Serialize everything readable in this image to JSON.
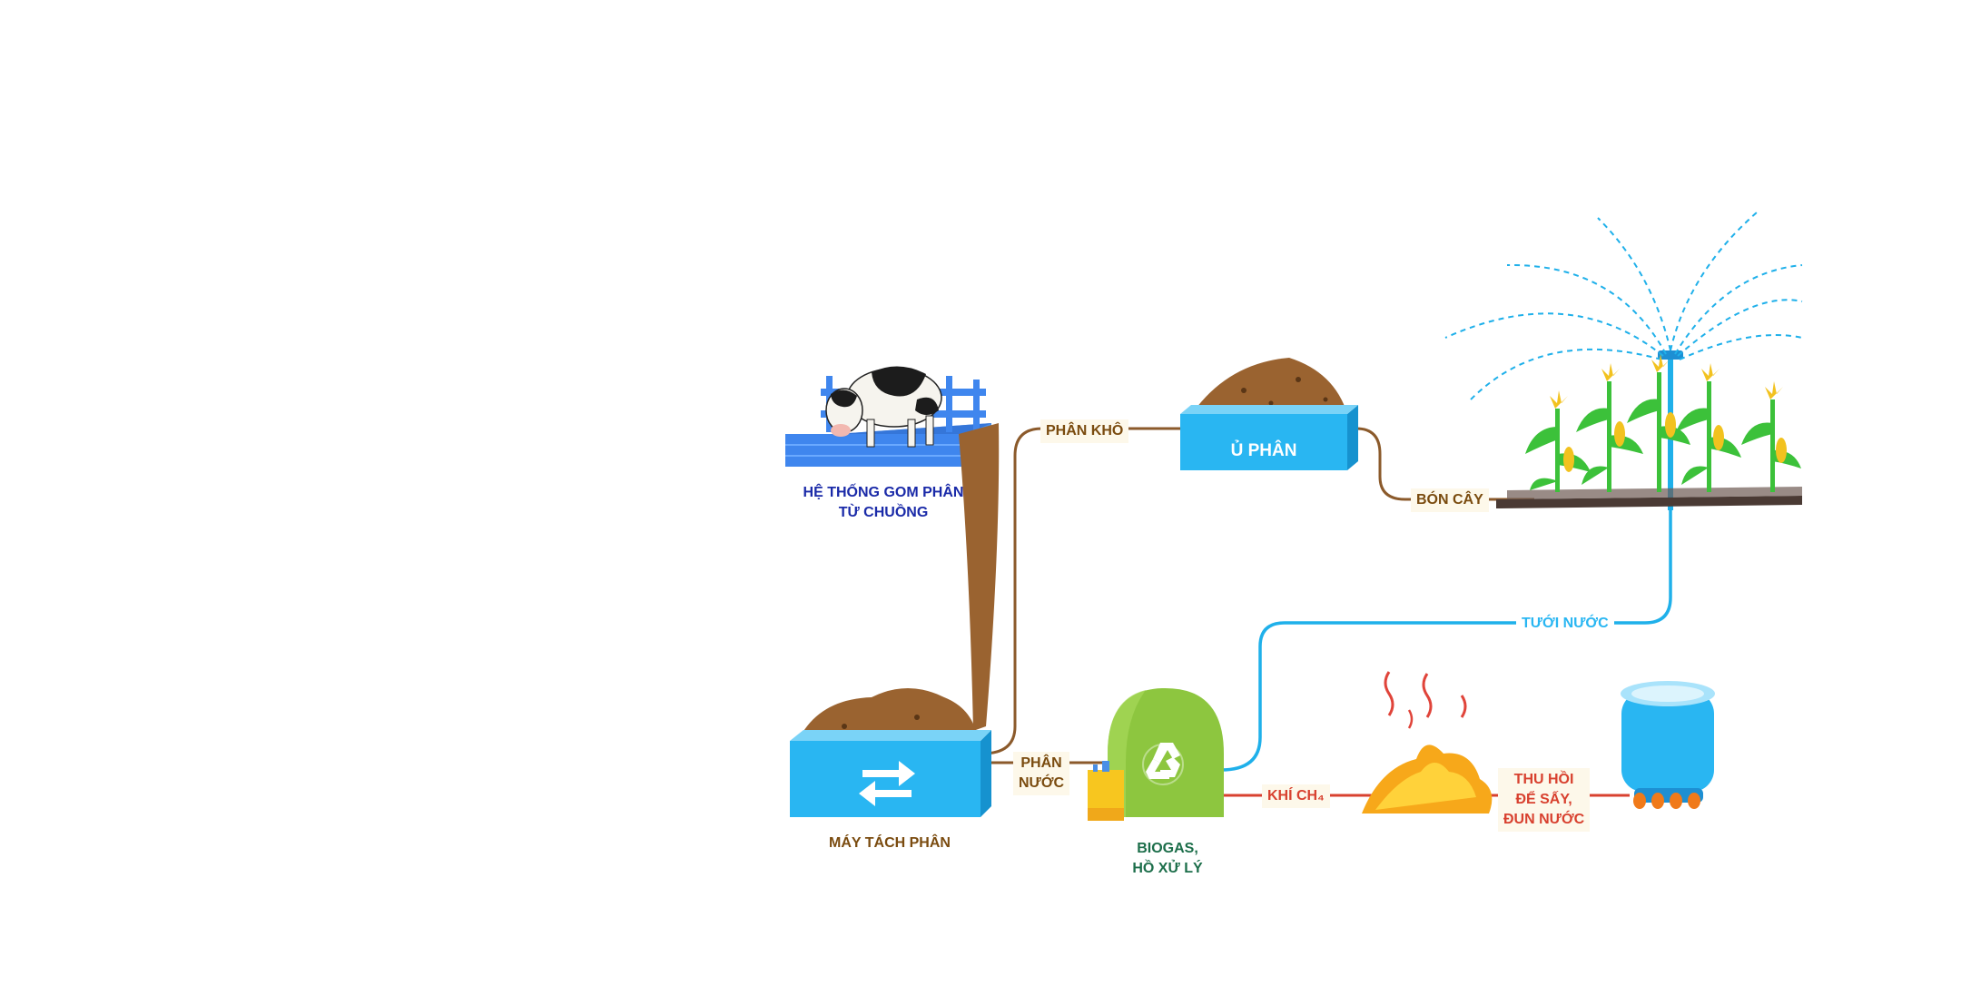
{
  "colors": {
    "blue_box": "#29b6f2",
    "blue_line": "#1fb0ea",
    "brown_line": "#8b5a2b",
    "manure": "#9a6330",
    "green_tank": "#8dc63f",
    "red_line": "#d8412f",
    "navy_text": "#1a2aa8",
    "brown_text": "#7a4b0f",
    "green_text": "#1c6e4a",
    "red_text": "#d8412f",
    "cyan_text": "#29b6f2"
  },
  "nodes": {
    "barn_label_line1": "HỆ THỐNG GOM PHÂN",
    "barn_label_line2": "TỪ CHUỒNG",
    "separator_label": "MÁY TÁCH PHÂN",
    "compost_box_label": "Ủ PHÂN",
    "biogas_line1": "BIOGAS,",
    "biogas_line2": "HỒ XỬ LÝ"
  },
  "flows": {
    "dry_manure": "PHÂN KHÔ",
    "wet_manure_line1": "PHÂN",
    "wet_manure_line2": "NƯỚC",
    "fertilize": "BÓN CÂY",
    "irrigation": "TƯỚI NƯỚC",
    "methane": "KHÍ CH₄",
    "heat_line1": "THU HỒI",
    "heat_line2": "ĐỂ SẤY,",
    "heat_line3": "ĐUN NƯỚC"
  }
}
